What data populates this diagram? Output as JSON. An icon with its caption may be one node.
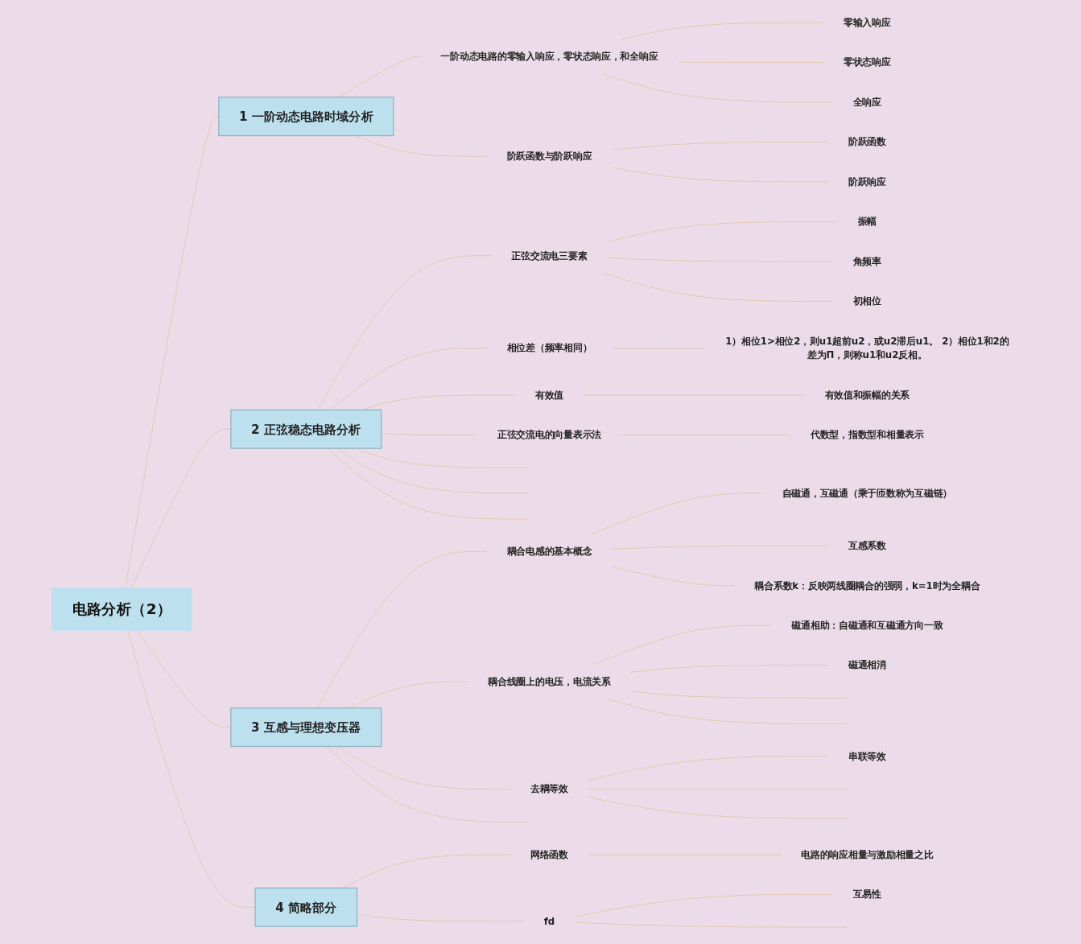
{
  "diagram": {
    "nodes": [
      {
        "text": [
          "电路分析（2）"
        ]
      },
      {
        "text": [
          "1",
          "一阶动态电路时域分析"
        ]
      },
      {
        "text": [
          "一阶动态电路的零输入响应，零状态响应，和全响应"
        ]
      },
      {
        "text": [
          "零输入响应"
        ]
      },
      {
        "text": [
          "零状态响应"
        ]
      },
      {
        "text": [
          "全响应"
        ]
      },
      {
        "text": [
          "阶跃函数与阶跃响应"
        ]
      },
      {
        "text": [
          "阶跃函数"
        ]
      },
      {
        "text": [
          "阶跃响应"
        ]
      },
      {
        "text": [
          "2",
          "正弦稳态电路分析"
        ]
      },
      {
        "text": [
          "正弦交流电三要素"
        ]
      },
      {
        "text": [
          "振幅"
        ]
      },
      {
        "text": [
          "角频率"
        ]
      },
      {
        "text": [
          "初相位"
        ]
      },
      {
        "text": [
          "相位差（频率相同）"
        ]
      },
      {
        "text": [
          "1）相位1>相位2，则u1超前u2，或u2滞后u1。 2）相位1和2的差为Π，则称u1和u2反相。"
        ]
      },
      {
        "text": [
          "有效值"
        ]
      },
      {
        "text": [
          "有效值和振幅的关系"
        ]
      },
      {
        "text": [
          "正弦交流电的向量表示法"
        ]
      },
      {
        "text": [
          "代数型，指数型和相量表示"
        ]
      },
      {
        "text": [
          "3",
          "互感与理想变压器"
        ]
      },
      {
        "text": [
          "耦合电感的基本概念"
        ]
      },
      {
        "text": [
          "自磁通，互磁通（乘于匝数称为互磁链）"
        ]
      },
      {
        "text": [
          "互感系数"
        ]
      },
      {
        "text": [
          "耦合系数k：反映两线圈耦合的强弱，k=1时为全耦合"
        ]
      },
      {
        "text": [
          "耦合线圈上的电压，电流关系"
        ]
      },
      {
        "text": [
          "磁通相助：自磁通和互磁通方向一致"
        ]
      },
      {
        "text": [
          "磁通相消"
        ]
      },
      {
        "text": [
          "去耦等效"
        ]
      },
      {
        "text": [
          "串联等效"
        ]
      },
      {
        "text": [
          "4",
          "简略部分"
        ]
      },
      {
        "text": [
          "网络函数"
        ]
      },
      {
        "text": [
          "电路的响应相量与激励相量之比"
        ]
      },
      {
        "text": [
          "fd"
        ]
      },
      {
        "text": [
          "互易性"
        ]
      }
    ],
    "edges": [
      {
        "from": 0,
        "to": 1,
        "arrow": "none"
      },
      {
        "from": 1,
        "to": 2,
        "arrow": "none"
      },
      {
        "from": 2,
        "to": 3,
        "arrow": "none"
      },
      {
        "from": 2,
        "to": 4,
        "arrow": "none"
      },
      {
        "from": 2,
        "to": 5,
        "arrow": "none"
      },
      {
        "from": 1,
        "to": 6,
        "arrow": "none"
      },
      {
        "from": 6,
        "to": 7,
        "arrow": "none"
      },
      {
        "from": 6,
        "to": 8,
        "arrow": "none"
      },
      {
        "from": 0,
        "to": 9,
        "arrow": "none"
      },
      {
        "from": 9,
        "to": 10,
        "arrow": "none"
      },
      {
        "from": 10,
        "to": 11,
        "arrow": "none"
      },
      {
        "from": 10,
        "to": 12,
        "arrow": "none"
      },
      {
        "from": 10,
        "to": 13,
        "arrow": "none"
      },
      {
        "from": 9,
        "to": 14,
        "arrow": "none"
      },
      {
        "from": 14,
        "to": 15,
        "arrow": "none"
      },
      {
        "from": 9,
        "to": 16,
        "arrow": "none"
      },
      {
        "from": 16,
        "to": 17,
        "arrow": "none"
      },
      {
        "from": 9,
        "to": 18,
        "arrow": "none"
      },
      {
        "from": 18,
        "to": 19,
        "arrow": "none"
      },
      {
        "from": 9,
        "to": null,
        "arrow": "none"
      },
      {
        "from": 9,
        "to": null,
        "arrow": "none"
      },
      {
        "from": 9,
        "to": null,
        "arrow": "none"
      },
      {
        "from": 0,
        "to": 20,
        "arrow": "none"
      },
      {
        "from": 20,
        "to": 21,
        "arrow": "none"
      },
      {
        "from": 21,
        "to": 22,
        "arrow": "none"
      },
      {
        "from": 21,
        "to": 23,
        "arrow": "none"
      },
      {
        "from": 21,
        "to": 24,
        "arrow": "none"
      },
      {
        "from": 20,
        "to": 25,
        "arrow": "none"
      },
      {
        "from": 25,
        "to": 26,
        "arrow": "none"
      },
      {
        "from": 25,
        "to": 27,
        "arrow": "none"
      },
      {
        "from": 25,
        "to": null,
        "arrow": "none"
      },
      {
        "from": 25,
        "to": null,
        "arrow": "none"
      },
      {
        "from": 20,
        "to": 28,
        "arrow": "none"
      },
      {
        "from": 28,
        "to": 29,
        "arrow": "none"
      },
      {
        "from": 28,
        "to": null,
        "arrow": "none"
      },
      {
        "from": 28,
        "to": null,
        "arrow": "none"
      },
      {
        "from": 20,
        "to": null,
        "arrow": "none"
      },
      {
        "from": 0,
        "to": 30,
        "arrow": "none"
      },
      {
        "from": 30,
        "to": 31,
        "arrow": "none"
      },
      {
        "from": 31,
        "to": 32,
        "arrow": "none"
      },
      {
        "from": 30,
        "to": 33,
        "arrow": "none"
      },
      {
        "from": 33,
        "to": 34,
        "arrow": "none"
      },
      {
        "from": 33,
        "to": null,
        "arrow": "none"
      }
    ]
  }
}
